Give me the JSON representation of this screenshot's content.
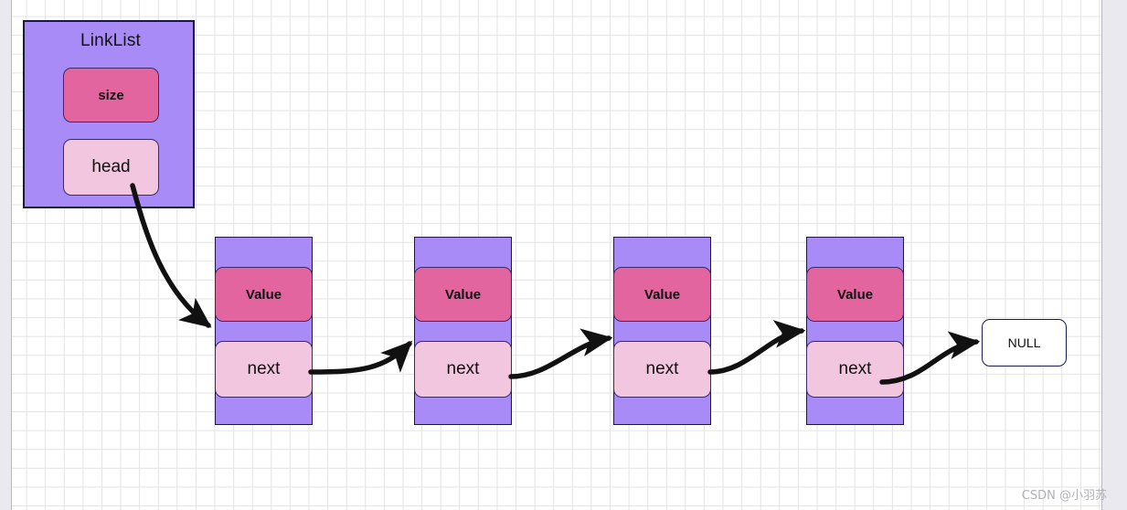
{
  "diagram": {
    "title_text": "LinkList",
    "watermark": "CSDN @小羽苏",
    "colors": {
      "node_purple": "#a98bf7",
      "value_pink": "#e365a0",
      "next_light_pink": "#f2c6df",
      "border_navy": "#1a1a40",
      "grid_line": "#e3e3e3",
      "gutter": "#e9e9ef",
      "edge_black": "#111111",
      "watermark_gray": "#b0b0b8"
    },
    "linklist": {
      "label": "LinkList",
      "fields": [
        {
          "label": "size",
          "kind": "value-field"
        },
        {
          "label": "head",
          "kind": "pointer-field"
        }
      ]
    },
    "nodes": [
      {
        "index": 1,
        "value_label": "Value",
        "next_label": "next"
      },
      {
        "index": 2,
        "value_label": "Value",
        "next_label": "next"
      },
      {
        "index": 3,
        "value_label": "Value",
        "next_label": "next"
      },
      {
        "index": 4,
        "value_label": "Value",
        "next_label": "next"
      }
    ],
    "terminal": {
      "label": "NULL"
    },
    "edges": [
      {
        "from": "head",
        "to": "node-1"
      },
      {
        "from": "node-1-next",
        "to": "node-2"
      },
      {
        "from": "node-2-next",
        "to": "node-3"
      },
      {
        "from": "node-3-next",
        "to": "node-4"
      },
      {
        "from": "node-4-next",
        "to": "null-terminal"
      }
    ]
  }
}
